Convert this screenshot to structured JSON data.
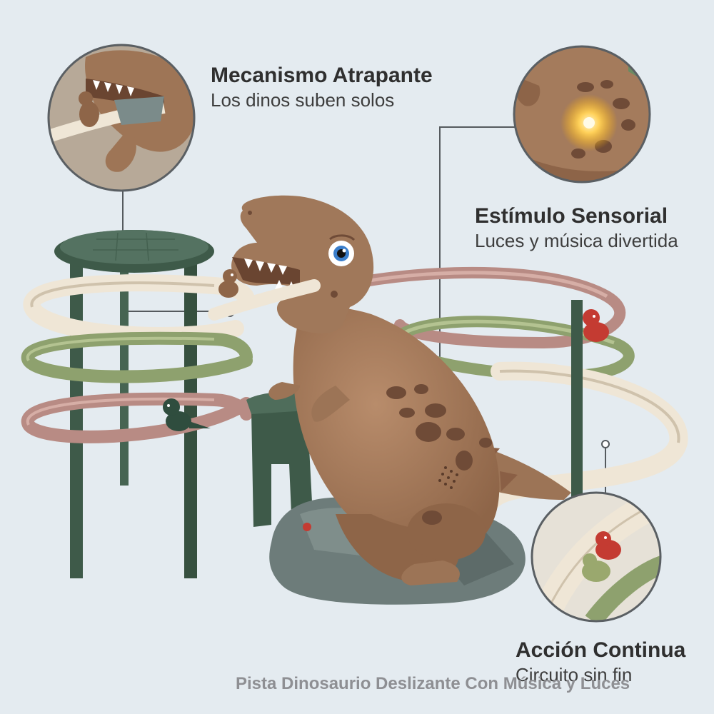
{
  "features": [
    {
      "title": "Mecanismo Atrapante",
      "subtitle": "Los dinos suben solos"
    },
    {
      "title": "Estímulo Sensorial",
      "subtitle": "Luces y música divertida"
    },
    {
      "title": "Acción Continua",
      "subtitle": "Circuito sin fin"
    }
  ],
  "footer": "Pista Dinosaurio Deslizante Con Música y Luces",
  "colors": {
    "background": "#e4ebf0",
    "dino_brown": "#a0785a",
    "dino_spots": "#6f4b37",
    "tower_green": "#3e5a49",
    "track_cream": "#efe6d6",
    "track_green": "#8ea16e",
    "track_pink": "#b88b84",
    "rock_gray": "#6d7c7a",
    "mini_dino_red": "#c43b32",
    "callout_line": "#555a5e"
  }
}
